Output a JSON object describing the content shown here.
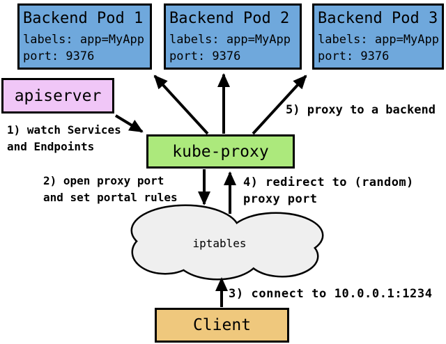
{
  "colors": {
    "pod-fill": "#6FA8DC",
    "apiserver-fill": "#F0C6F7",
    "kube-proxy-fill": "#ACE97C",
    "client-fill": "#EFC87D",
    "cloud-fill": "#EFEFEF",
    "line": "#000000"
  },
  "pods": [
    {
      "title": "Backend Pod 1",
      "labels": "labels: app=MyApp",
      "port": "port: 9376"
    },
    {
      "title": "Backend Pod 2",
      "labels": "labels: app=MyApp",
      "port": "port: 9376"
    },
    {
      "title": "Backend Pod 3",
      "labels": "labels: app=MyApp",
      "port": "port: 9376"
    }
  ],
  "nodes": {
    "apiserver": "apiserver",
    "kube_proxy": "kube-proxy",
    "iptables": "iptables",
    "client": "Client"
  },
  "steps": {
    "step1": "1) watch Services\nand Endpoints",
    "step2": "2) open proxy port\nand set portal rules",
    "step3": "3) connect to 10.0.0.1:1234",
    "step4": "4) redirect to (random)\nproxy port",
    "step5": "5) proxy to a backend"
  }
}
